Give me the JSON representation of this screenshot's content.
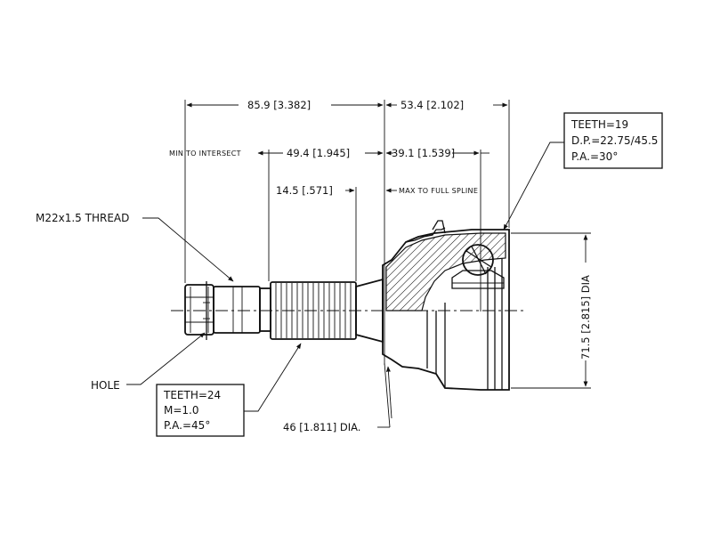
{
  "dimensions": {
    "overall_left": "85.9 [3.382]",
    "overall_right": "53.4 [2.102]",
    "min_to_intersect_label": "MIN TO INTERSECT",
    "min_to_intersect": "49.4 [1.945]",
    "max_to_full_spline": "39.1 [1.539]",
    "max_to_full_spline_label": "MAX TO FULL SPLINE",
    "spline_length": "14.5 [.571]",
    "outer_dia": "71.5 [2.815] DIA",
    "seal_dia": "46 [1.811] DIA."
  },
  "callouts": {
    "thread": "M22x1.5 THREAD",
    "hole": "HOLE"
  },
  "spline_spec": {
    "teeth": "TEETH=24",
    "module": "M=1.0",
    "pressure_angle": "P.A.=45°"
  },
  "gear_spec": {
    "teeth": "TEETH=19",
    "diametral_pitch": "D.P.=22.75/45.5",
    "pressure_angle": "P.A.=30°"
  }
}
